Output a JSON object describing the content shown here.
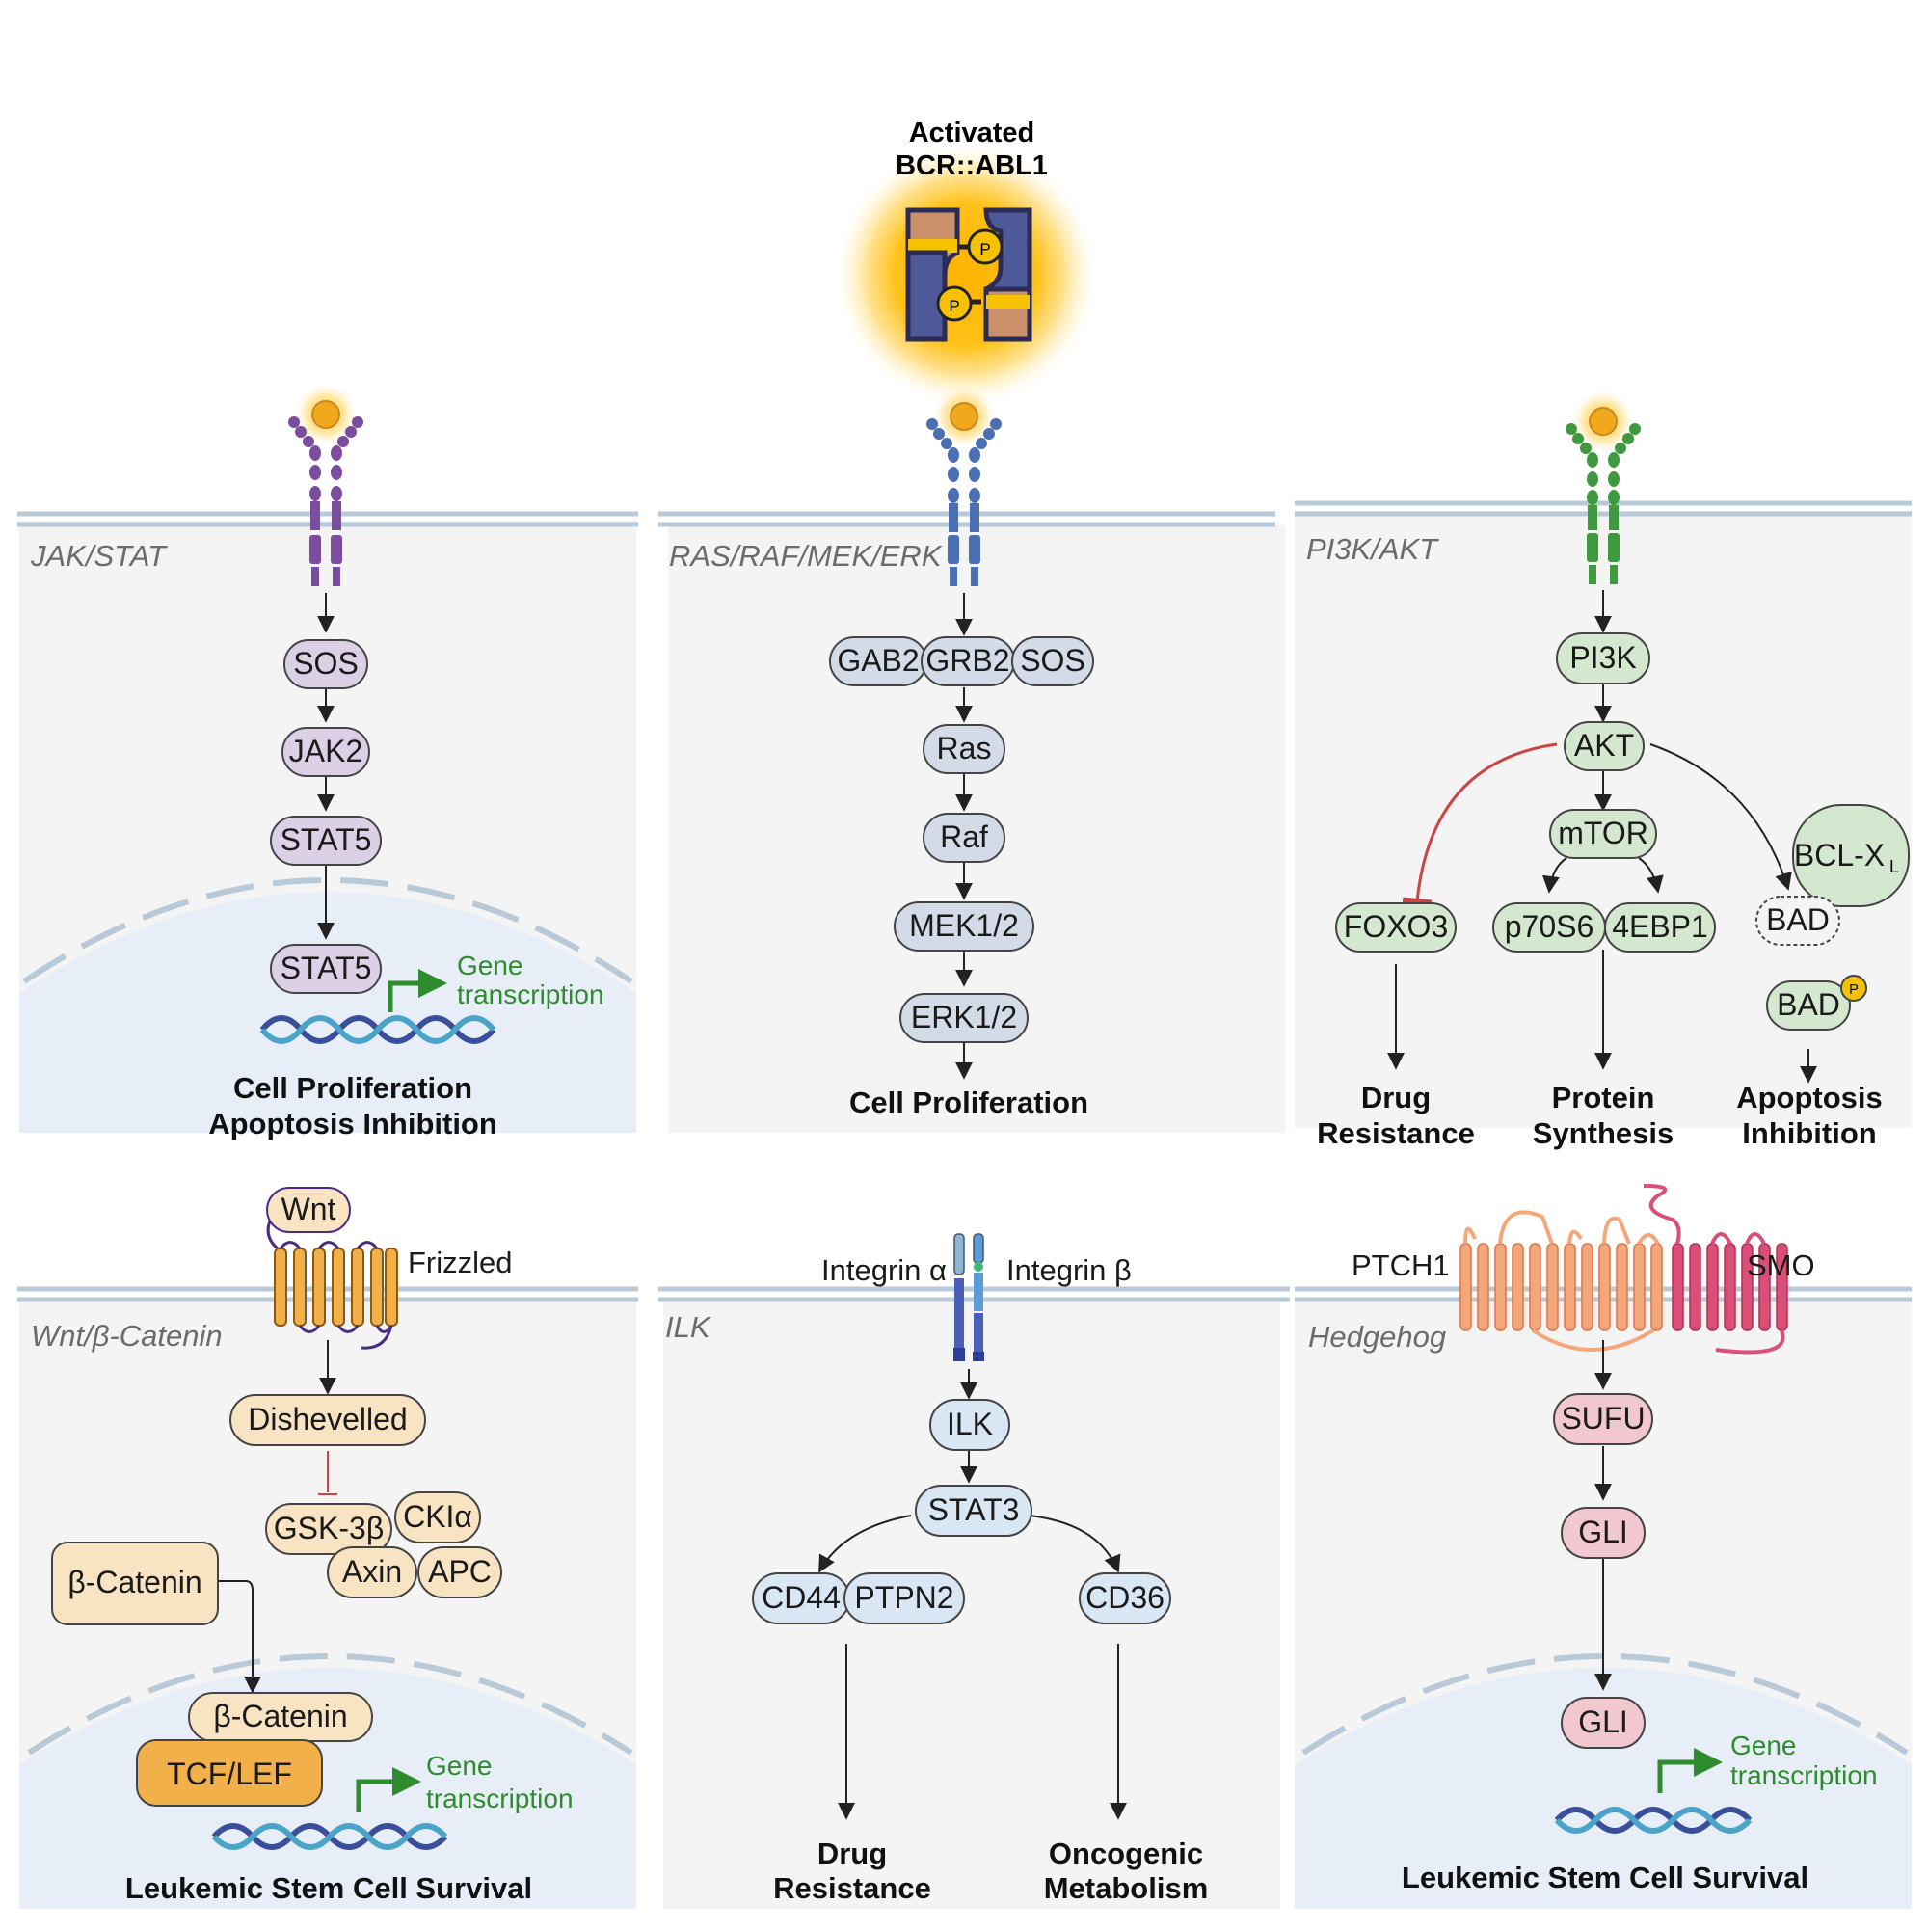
{
  "title": {
    "line1": "Activated",
    "line2": "BCR::ABL1",
    "p1": "P",
    "p2": "P"
  },
  "colors": {
    "panel_bg": "#f4f4f4",
    "nucleus": "#e7eef7",
    "membrane": "#b8c9d8",
    "purple_node": "#dcd0e6",
    "blue_node": "#d3dbe8",
    "green_node": "#d4e8d0",
    "wnt_node": "#f8e3c2",
    "ilk_node": "#d9e6f3",
    "hh_node": "#f2c8d0",
    "tcf": "#f2b04a",
    "gene_arrow": "#2e8b2e",
    "inhibit": "#cc4444"
  },
  "jak": {
    "title": "JAK/STAT",
    "nodes": [
      "SOS",
      "JAK2",
      "STAT5",
      "STAT5"
    ],
    "gene": [
      "Gene",
      "transcription"
    ],
    "outcome": [
      "Cell Proliferation",
      "Apoptosis Inhibition"
    ]
  },
  "ras": {
    "title": "RAS/RAF/MEK/ERK",
    "complex": [
      "GAB2",
      "GRB2",
      "SOS"
    ],
    "nodes": [
      "Ras",
      "Raf",
      "MEK1/2",
      "ERK1/2"
    ],
    "outcome": "Cell Proliferation"
  },
  "pi3k": {
    "title": "PI3K/AKT",
    "pi3k": "PI3K",
    "akt": "AKT",
    "mtor": "mTOR",
    "foxo3": "FOXO3",
    "p70": "p70S6",
    "ebp": "4EBP1",
    "bclx": "BCL-X",
    "bclx_sub": "L",
    "bad1": "BAD",
    "bad2": "BAD",
    "p": "P",
    "outcomes": [
      [
        "Drug",
        "Resistance"
      ],
      [
        "Protein",
        "Synthesis"
      ],
      [
        "Apoptosis",
        "Inhibition"
      ]
    ]
  },
  "wnt": {
    "title": "Wnt/β-Catenin",
    "wnt": "Wnt",
    "frizzled": "Frizzled",
    "dishevelled": "Dishevelled",
    "gsk": "GSK-3β",
    "ck": "CKIα",
    "axin": "Axin",
    "apc": "APC",
    "bcat_cyto": "β-Catenin",
    "bcat_nuc": "β-Catenin",
    "tcf": "TCF/LEF",
    "gene": [
      "Gene",
      "transcription"
    ],
    "outcome": "Leukemic Stem Cell Survival"
  },
  "ilk": {
    "title": "ILK",
    "int_a": "Integrin α",
    "int_b": "Integrin β",
    "ilk": "ILK",
    "stat3": "STAT3",
    "cd44": "CD44",
    "ptpn2": "PTPN2",
    "cd36": "CD36",
    "outcomes": [
      [
        "Drug",
        "Resistance"
      ],
      [
        "Oncogenic",
        "Metabolism"
      ]
    ]
  },
  "hh": {
    "title": "Hedgehog",
    "ptch": "PTCH1",
    "smo": "SMO",
    "sufu": "SUFU",
    "gli1": "GLI",
    "gli2": "GLI",
    "gene": [
      "Gene",
      "transcription"
    ],
    "outcome": "Leukemic Stem Cell Survival"
  }
}
